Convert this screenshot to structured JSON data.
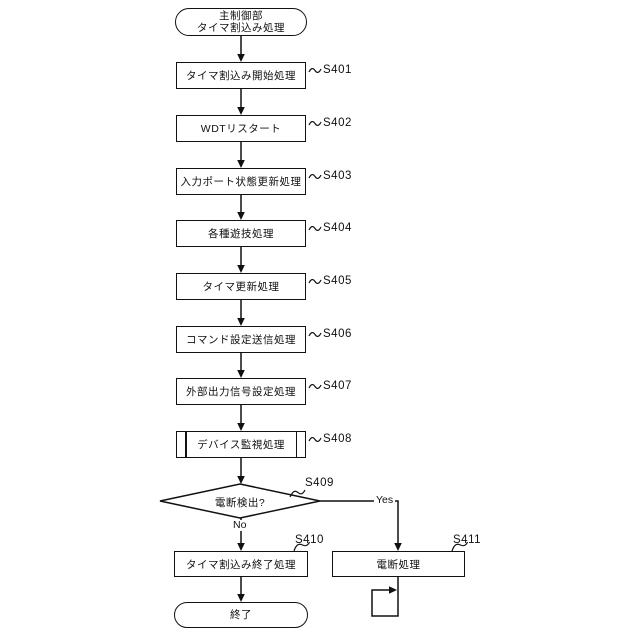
{
  "flowchart": {
    "start": {
      "line1": "主制御部",
      "line2": "タイマ割込み処理"
    },
    "steps": [
      {
        "id": "S401",
        "label": "タイマ割込み開始処理",
        "shape": "process"
      },
      {
        "id": "S402",
        "label": "WDTリスタート",
        "shape": "process"
      },
      {
        "id": "S403",
        "label": "入力ポート状態更新処理",
        "shape": "process"
      },
      {
        "id": "S404",
        "label": "各種遊技処理",
        "shape": "process"
      },
      {
        "id": "S405",
        "label": "タイマ更新処理",
        "shape": "process"
      },
      {
        "id": "S406",
        "label": "コマンド設定送信処理",
        "shape": "process"
      },
      {
        "id": "S407",
        "label": "外部出力信号設定処理",
        "shape": "process"
      },
      {
        "id": "S408",
        "label": "デバイス監視処理",
        "shape": "subroutine"
      }
    ],
    "decision": {
      "id": "S409",
      "label": "電断検出?",
      "yes_label": "Yes",
      "no_label": "No"
    },
    "no_branch_step": {
      "id": "S410",
      "label": "タイマ割込み終了処理"
    },
    "yes_branch_step": {
      "id": "S411",
      "label": "電断処理"
    },
    "terminal_end": {
      "label": "終了"
    }
  },
  "colors": {
    "line": "#111111",
    "background": "#ffffff"
  }
}
